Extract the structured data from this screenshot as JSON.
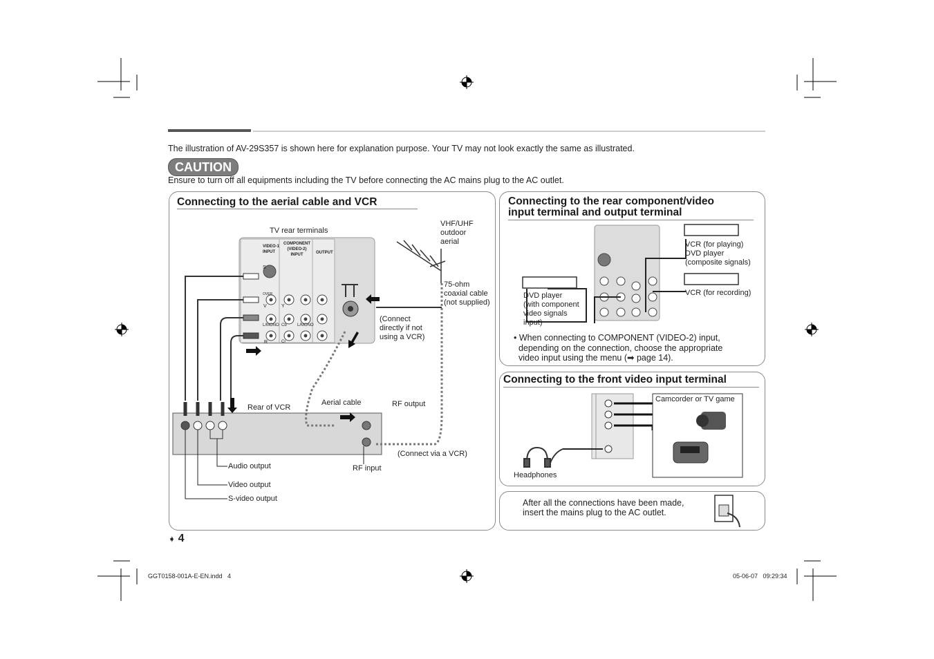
{
  "header": {
    "intro": "The illustration of AV-29S357 is shown here for explanation purpose. Your TV may not look exactly the same as illustrated.",
    "caution_badge": "CAUTION",
    "caution_text": "Ensure to turn off all equipments including the TV before connecting the AC mains plug to the AC outlet."
  },
  "panel_aerial": {
    "title": "Connecting to the aerial cable and VCR",
    "tv_rear_terminals": "TV rear terminals",
    "aerial_label": [
      "VHF/UHF",
      "outdoor",
      "aerial"
    ],
    "cable_label": [
      "75-ohm",
      "coaxial cable",
      "(not supplied)"
    ],
    "connect_direct": [
      "(Connect",
      "directly if not",
      "using a VCR)"
    ],
    "rear_of_vcr": "Rear of VCR",
    "aerial_cable": "Aerial cable",
    "rf_output": "RF output",
    "rf_input": "RF input",
    "connect_via_vcr": "(Connect via a VCR)",
    "audio_output": "Audio output",
    "video_output": "Video output",
    "svideo_output": "S-video output"
  },
  "terminal_labels": {
    "video1": [
      "VIDEO-1",
      "INPUT"
    ],
    "component": [
      "COMPONENT",
      "(VIDEO-2)",
      "INPUT"
    ],
    "output": "OUTPUT",
    "s": "S",
    "over": "OVER",
    "v": "V",
    "y": "Y",
    "l_mono": "L/MONO",
    "r": "R",
    "cb": "Cb",
    "cr": "Cr"
  },
  "panel_component": {
    "title_line1": "Connecting to the rear component/video",
    "title_line2": "input terminal and output terminal",
    "vcr_playing": [
      "VCR (for playing)",
      "DVD player",
      "(composite signals)"
    ],
    "vcr_recording": "VCR (for recording)",
    "dvd_player": [
      "DVD player",
      "(with component",
      "video signals",
      "input)"
    ],
    "note_line1": "When connecting to COMPONENT (VIDEO-2) input,",
    "note_line2": "depending on the connection, choose the appropriate",
    "note_line3_pre": "video input using the menu (",
    "note_line3_post": " page 14)."
  },
  "panel_front": {
    "title": "Connecting to the front video input terminal",
    "camcorder": "Camcorder or TV game",
    "headphones": "Headphones"
  },
  "panel_mains": {
    "line1": "After all the connections have been made,",
    "line2": "insert the mains plug to the AC outlet."
  },
  "footer": {
    "page_number": "4",
    "file": "GGT0158-001A-E-EN.indd   4",
    "timestamp": "05-06-07   09:29:34"
  },
  "colors": {
    "panel_border": "#8a8a8a",
    "badge": "#7d7d7d",
    "cable_red": "#c0392b",
    "terminal_gray": "#d4d4d4"
  }
}
